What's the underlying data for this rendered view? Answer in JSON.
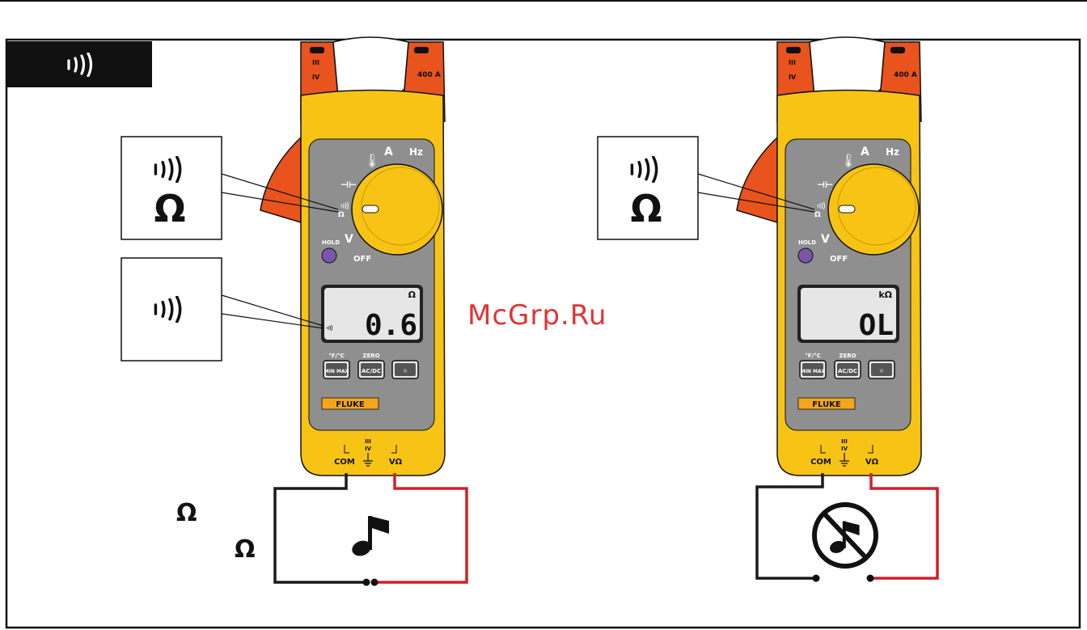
{
  "header": {
    "tab_symbol": "))))"
  },
  "colors": {
    "meter_yellow": "#f7c315",
    "clamp_orange": "#e8531e",
    "panel_grey": "#8f8f8f",
    "lcd": "#e6e6e6",
    "hold_purple": "#7a55a8",
    "wire_red": "#d41f26",
    "wire_black": "#1a1a1a",
    "brand_orange": "#f3a51b"
  },
  "meters": [
    {
      "clamp_rating": "400 A",
      "cat_top": "III",
      "cat_bottom": "IV",
      "dial": {
        "temp": "🌡",
        "amps": "A",
        "hz": "Hz",
        "cap": "⊣⊢",
        "ohm": "Ω",
        "volts": "V",
        "off": "OFF",
        "hold": "HOLD"
      },
      "lcd": {
        "unit": "Ω",
        "value": "0.6",
        "show_beeper": true
      },
      "buttons": [
        {
          "top": "°F/°C",
          "label": "MIN MAX"
        },
        {
          "top": "ZERO",
          "label": "AC/DC"
        },
        {
          "top": "",
          "label": "☼"
        }
      ],
      "brand": "FLUKE",
      "jacks": {
        "com": "COM",
        "vohm": "VΩ",
        "cat_top": "III",
        "cat_bottom": "IV"
      },
      "callout_dial": {
        "symbol": "Ω"
      },
      "callout_lcd": {
        "show": true
      },
      "circuit": {
        "closed": true
      }
    },
    {
      "clamp_rating": "400 A",
      "cat_top": "III",
      "cat_bottom": "IV",
      "dial": {
        "temp": "🌡",
        "amps": "A",
        "hz": "Hz",
        "cap": "⊣⊢",
        "ohm": "Ω",
        "volts": "V",
        "off": "OFF",
        "hold": "HOLD"
      },
      "lcd": {
        "unit": "kΩ",
        "value": "OL",
        "show_beeper": false
      },
      "buttons": [
        {
          "top": "°F/°C",
          "label": "MIN MAX"
        },
        {
          "top": "ZERO",
          "label": "AC/DC"
        },
        {
          "top": "",
          "label": "☼"
        }
      ],
      "brand": "FLUKE",
      "jacks": {
        "com": "COM",
        "vohm": "VΩ",
        "cat_top": "III",
        "cat_bottom": "IV"
      },
      "callout_dial": {
        "symbol": "Ω"
      },
      "callout_lcd": {
        "show": false
      },
      "circuit": {
        "closed": false
      }
    }
  ],
  "side_labels": [
    "Ω",
    "Ω"
  ],
  "watermark": "McGrp.Ru"
}
